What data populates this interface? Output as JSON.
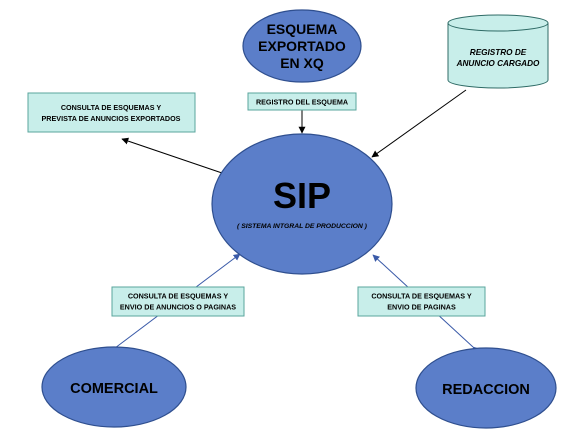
{
  "nodes": {
    "sip": {
      "title": "SIP",
      "subtitle": "( SISTEMA INTGRAL DE PRODUCCION )"
    },
    "esquema": {
      "lines": [
        "ESQUEMA",
        "EXPORTADO",
        "EN XQ"
      ]
    },
    "registro_anuncio": {
      "lines": [
        "REGISTRO DE",
        "ANUNCIO CARGADO"
      ]
    },
    "comercial": {
      "label": "COMERCIAL"
    },
    "redaccion": {
      "label": "REDACCION"
    }
  },
  "boxes": {
    "consulta_exportados": {
      "lines": [
        "CONSULTA DE ESQUEMAS Y",
        "PREVISTA DE ANUNCIOS EXPORTADOS"
      ]
    },
    "registro_esquema": {
      "lines": [
        "REGISTRO DEL ESQUEMA"
      ]
    },
    "consulta_comercial": {
      "lines": [
        "CONSULTA DE ESQUEMAS Y",
        "ENVIO DE ANUNCIOS O PAGINAS"
      ]
    },
    "consulta_redaccion": {
      "lines": [
        "CONSULTA DE ESQUEMAS Y",
        "ENVIO DE PAGINAS"
      ]
    }
  },
  "colors": {
    "ellipse_fill": "#5b7ec9",
    "ellipse_stroke": "#2f4f8f",
    "box_fill": "#c8eeea",
    "box_stroke": "#5aa59c",
    "cylinder_fill": "#c8eeea",
    "cylinder_stroke": "#2f6b66",
    "arrow": "#000000",
    "arrow_blue": "#3a5aa8"
  }
}
